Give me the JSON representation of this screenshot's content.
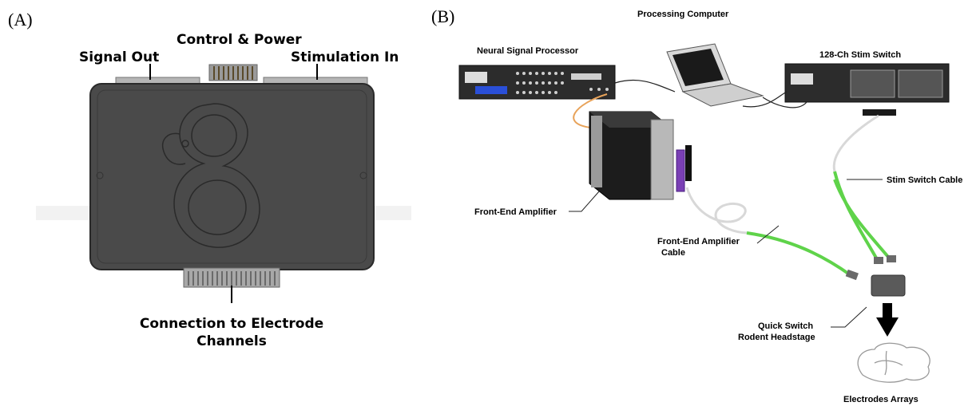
{
  "panel_a": {
    "tag": "(A)",
    "labels": {
      "signal_out": "Signal Out",
      "control_power": "Control & Power",
      "stimulation_in": "Stimulation In",
      "connection_line1": "Connection to Electrode",
      "connection_line2": "Channels"
    }
  },
  "panel_b": {
    "tag": "(B)",
    "labels": {
      "processing_computer": "Processing Computer",
      "neural_signal_processor": "Neural Signal Processor",
      "stim_switch": "128-Ch Stim Switch",
      "stim_switch_cable": "Stim Switch Cable",
      "front_end_amplifier": "Front-End Amplifier",
      "fea_cable_line1": "Front-End Amplifier",
      "fea_cable_line2": "Cable",
      "headstage_line1": "Quick Switch",
      "headstage_line2": "Rodent Headstage",
      "electrodes_arrays": "Electrodes Arrays"
    }
  },
  "colors": {
    "device_body": "#4a4a4a",
    "cable_green": "#5fd34a",
    "connector_purple": "#7a3fb5"
  }
}
